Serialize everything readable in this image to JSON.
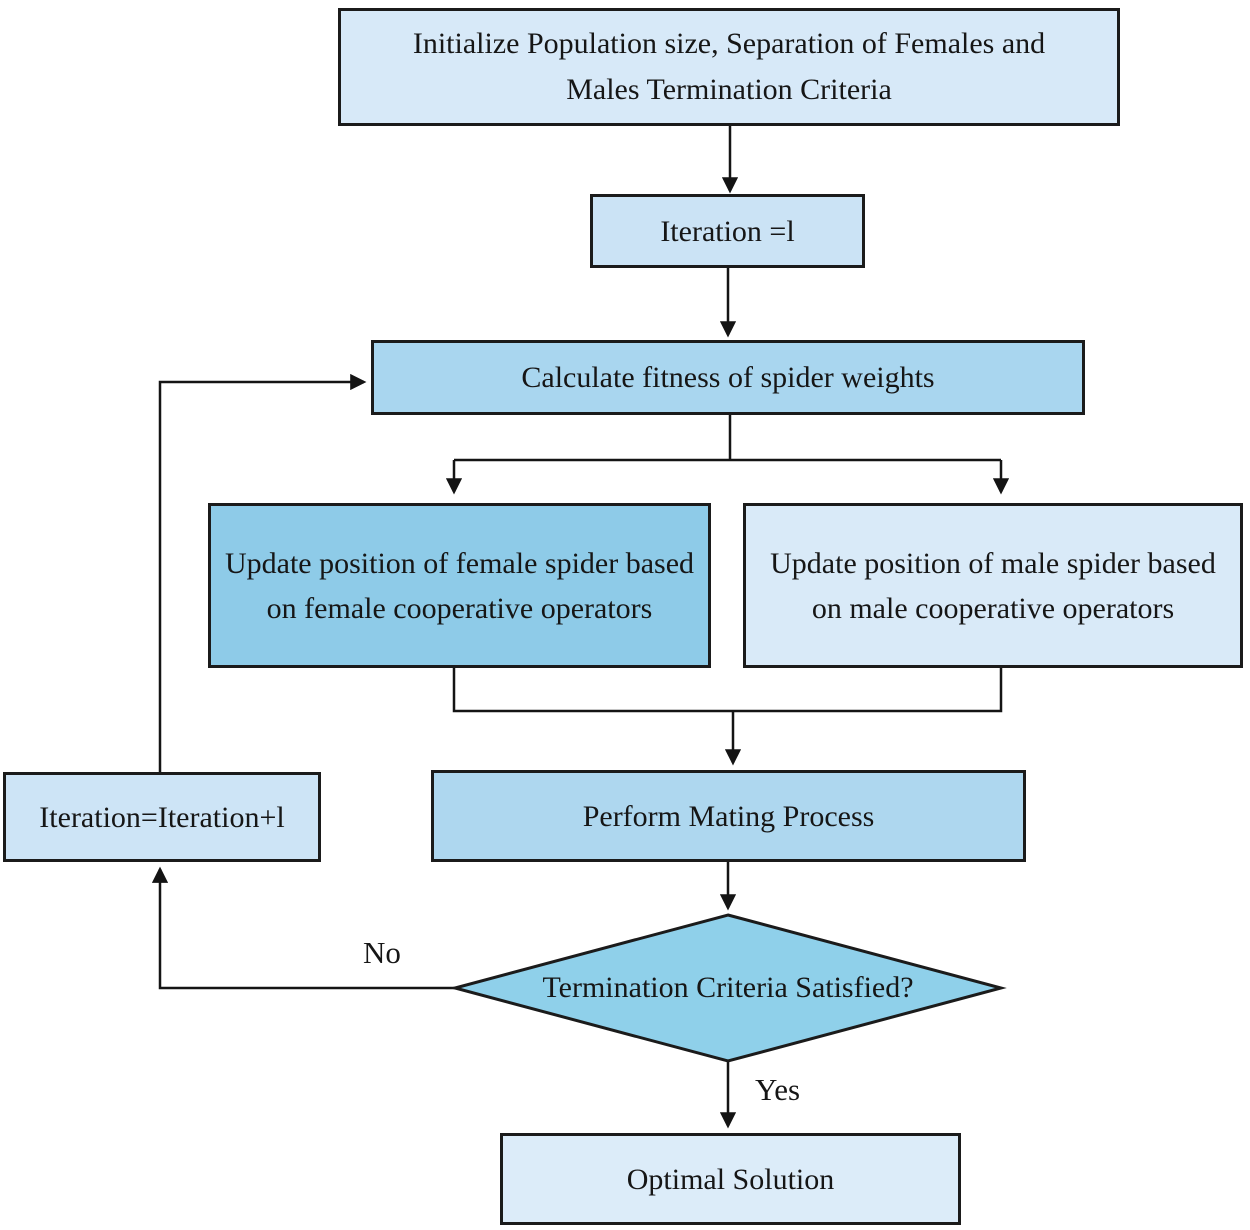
{
  "diagram": {
    "type": "flowchart",
    "nodes": {
      "init": {
        "label": "Initialize Population size, Separation of Females and Males Termination Criteria",
        "shape": "rect",
        "fill": "#d7e9f8"
      },
      "iteration_init": {
        "label": "Iteration =l",
        "shape": "rect",
        "fill": "#cbe3f5"
      },
      "calc_fitness": {
        "label": "Calculate fitness of spider weights",
        "shape": "rect",
        "fill": "#a9d6ef"
      },
      "update_female": {
        "label": "Update position of female spider based on female cooperative operators",
        "shape": "rect",
        "fill": "#8ecbe8"
      },
      "update_male": {
        "label": "Update position of male spider based on male cooperative operators",
        "shape": "rect",
        "fill": "#d9eaf8"
      },
      "mating": {
        "label": "Perform Mating Process",
        "shape": "rect",
        "fill": "#aed7ef"
      },
      "termination": {
        "label": "Termination Criteria Satisfied?",
        "shape": "diamond",
        "fill": "#8fd0ea"
      },
      "iteration_inc": {
        "label": "Iteration=Iteration+l",
        "shape": "rect",
        "fill": "#cde4f6"
      },
      "optimal": {
        "label": "Optimal Solution",
        "shape": "rect",
        "fill": "#dcecf9"
      }
    },
    "edge_labels": {
      "no": "No",
      "yes": "Yes"
    },
    "colors": {
      "line": "#141414",
      "node_border": "#1b1b1b",
      "text": "#161616"
    }
  }
}
